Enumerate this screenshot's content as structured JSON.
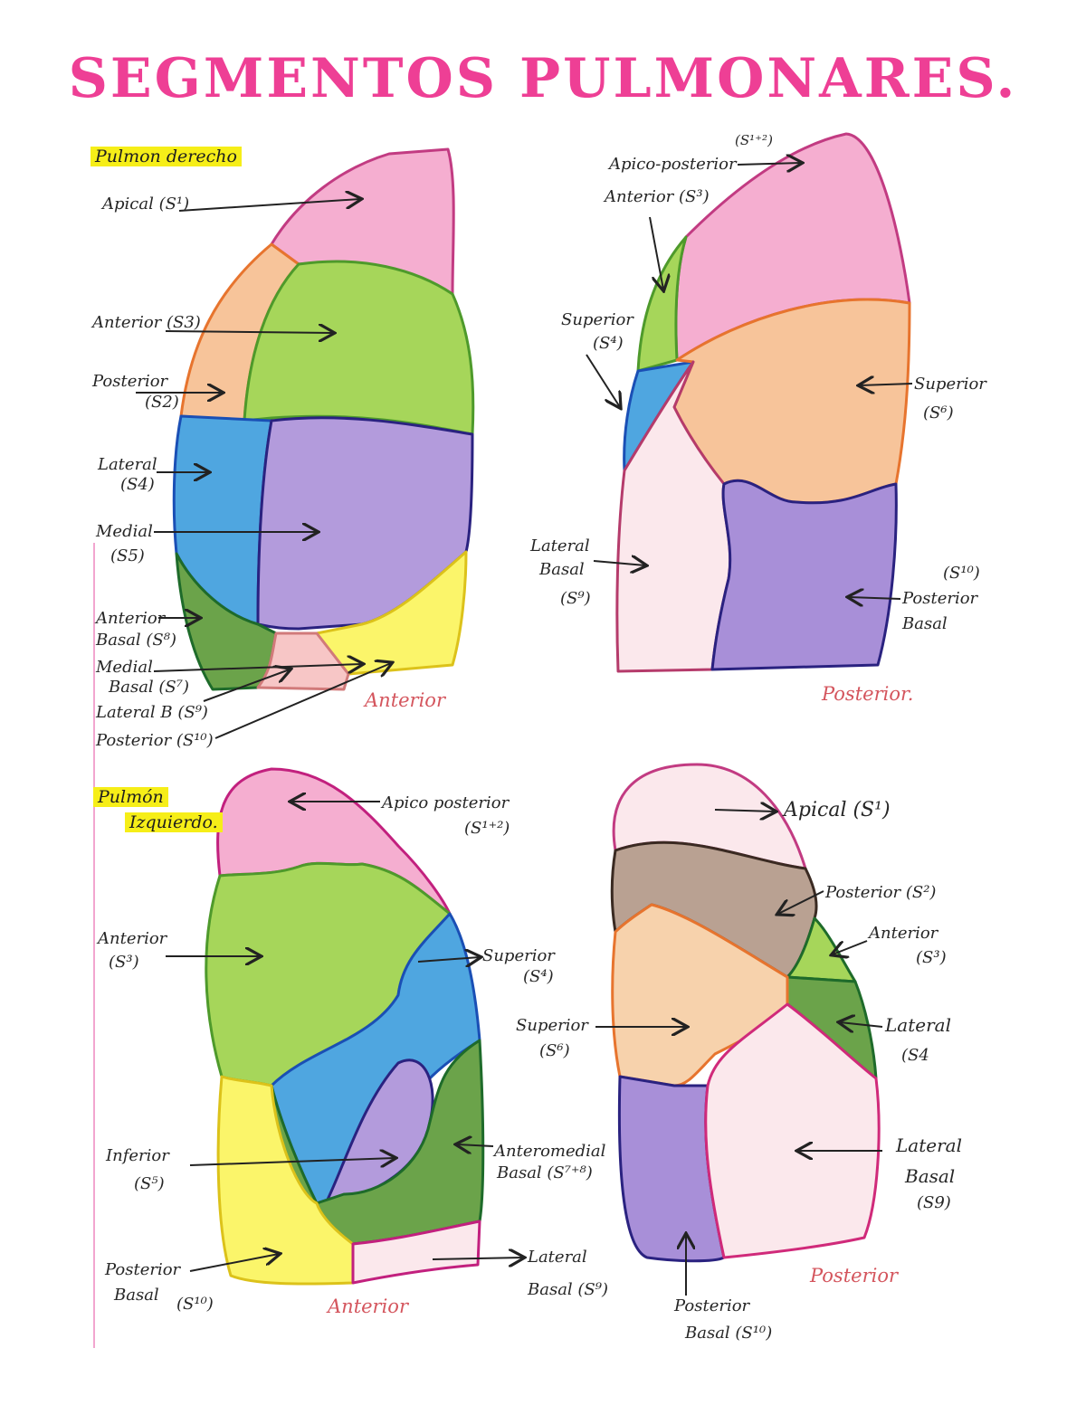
{
  "title": "SEGMENTOS PULMONARES.",
  "colors": {
    "apical": "#f5aed0",
    "anterior": "#a6d65a",
    "posterior": "#f7c49a",
    "lateral": "#4fa6e0",
    "medial": "#b39bdc",
    "anterior_basal": "#6ba34a",
    "medial_basal": "#f7c6c6",
    "lateral_basal": "#fbe8ec",
    "posterior_basal": "#fbf56a",
    "posterior_basal_violet": "#a88fd8",
    "posterior_brown": "#b9a192",
    "outline": "#222222"
  },
  "right_lung": {
    "heading": "Pulmon derecho",
    "anterior_view": {
      "view_label": "Anterior",
      "labels": {
        "apical": "Apical (S¹)",
        "anterior": "Anterior (S3)",
        "posterior_1": "Posterior",
        "posterior_2": "(S2)",
        "lateral_1": "Lateral",
        "lateral_2": "(S4)",
        "medial_1": "Medial",
        "medial_2": "(S5)",
        "anterior_basal_1": "Anterior",
        "anterior_basal_2": "Basal (S⁸)",
        "medial_basal_1": "Medial",
        "medial_basal_2": "Basal (S⁷)",
        "lateral_b": "Lateral B (S⁹)",
        "posterior_basal": "Posterior (S¹⁰)"
      }
    },
    "posterior_view": {
      "view_label": "Posterior.",
      "labels": {
        "apico_posterior_sup": "(S¹⁺²)",
        "apico_posterior": "Apico-posterior",
        "anterior": "Anterior (S³)",
        "superior_1": "Superior",
        "superior_2": "(S⁴)",
        "superior6_1": "Superior",
        "superior6_2": "(S⁶)",
        "lateral_basal_1": "Lateral",
        "lateral_basal_2": "Basal",
        "lateral_basal_3": "(S⁹)",
        "posterior_basal_1": "(S¹⁰)",
        "posterior_basal_2": "Posterior",
        "posterior_basal_3": "Basal"
      }
    }
  },
  "left_lung": {
    "heading_1": "Pulmón",
    "heading_2": "Izquierdo.",
    "anterior_view": {
      "view_label": "Anterior",
      "labels": {
        "apico_posterior_1": "Apico posterior",
        "apico_posterior_2": "(S¹⁺²)",
        "anterior_1": "Anterior",
        "anterior_2": "(S³)",
        "superior_1": "Superior",
        "superior_2": "(S⁴)",
        "inferior_1": "Inferior",
        "inferior_2": "(S⁵)",
        "anteromedial_1": "Anteromedial",
        "anteromedial_2": "Basal (S⁷⁺⁸)",
        "posterior_basal_1": "Posterior",
        "posterior_basal_2": "Basal",
        "posterior_basal_3": "(S¹⁰)",
        "lateral_basal_1": "Lateral",
        "lateral_basal_2": "Basal (S⁹)"
      }
    },
    "posterior_view": {
      "view_label": "Posterior",
      "labels": {
        "apical": "Apical (S¹)",
        "posterior": "Posterior (S²)",
        "anterior_1": "Anterior",
        "anterior_2": "(S³)",
        "superior_1": "Superior",
        "superior_2": "(S⁶)",
        "lateral_1": "Lateral",
        "lateral_2": "(S4",
        "lateral_basal_1": "Lateral",
        "lateral_basal_2": "Basal",
        "lateral_basal_3": "(S9)",
        "posterior_basal_1": "Posterior",
        "posterior_basal_2": "Basal (S¹⁰)"
      }
    }
  }
}
